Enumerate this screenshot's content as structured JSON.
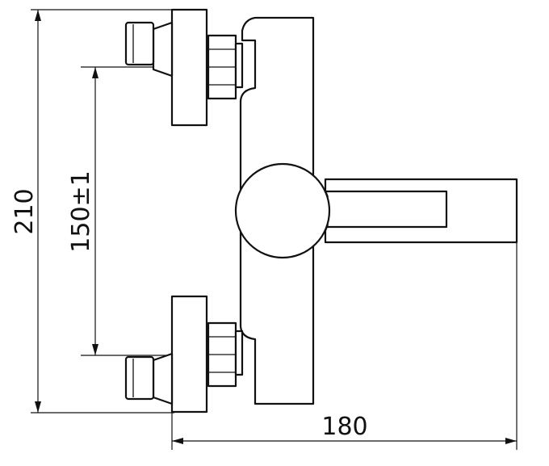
{
  "dimensions": {
    "total_height": "210",
    "inlet_spacing": "150±1",
    "total_width": "180"
  },
  "colors": {
    "line": "#111111",
    "background": "#ffffff"
  }
}
